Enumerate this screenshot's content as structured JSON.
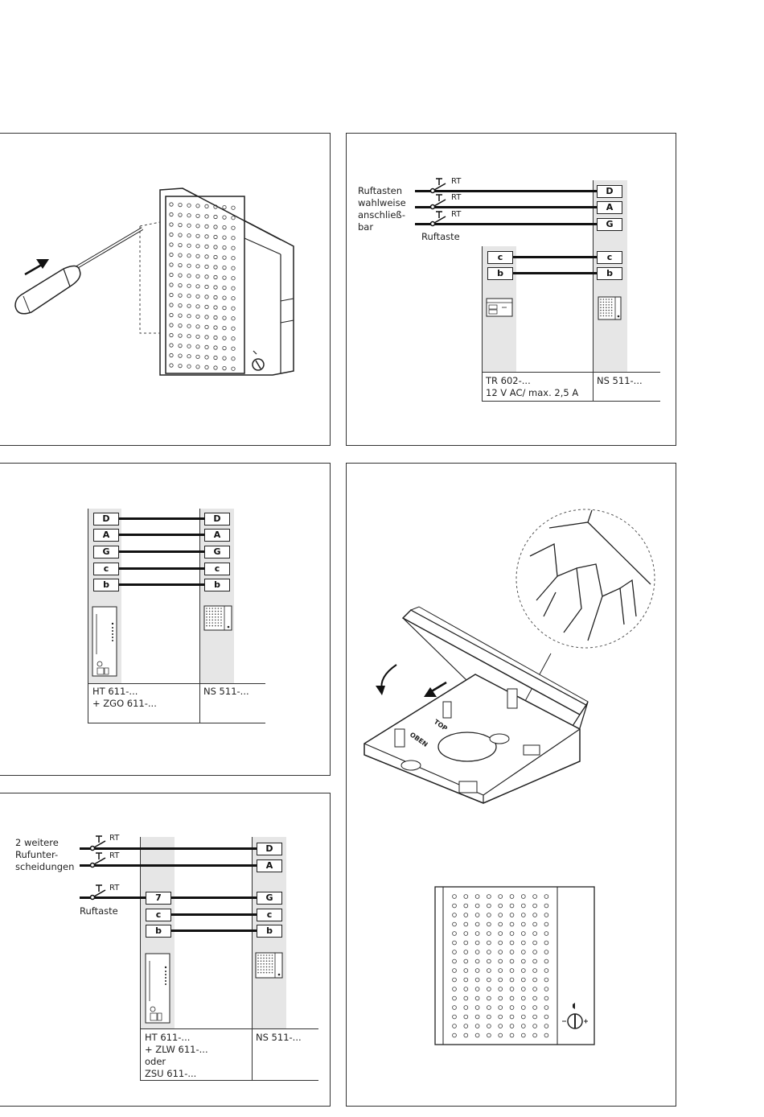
{
  "panel_screwdriver": {},
  "panel_wiring_tr": {
    "call_buttons_note": "Ruftasten\nwahlweise\nanschließ-\nbar",
    "rt_labels": [
      "RT",
      "RT",
      "RT"
    ],
    "call_button_label": "Ruftaste",
    "left_terminals": [
      "c",
      "b"
    ],
    "right_terminals": [
      "D",
      "A",
      "G",
      "c",
      "b"
    ],
    "left_device": "TR 602-...\n12 V AC/ max. 2,5 A",
    "right_device": "NS 511-..."
  },
  "panel_wiring_ht": {
    "left_terminals": [
      "D",
      "A",
      "G",
      "c",
      "b"
    ],
    "right_terminals": [
      "D",
      "A",
      "G",
      "c",
      "b"
    ],
    "left_device": "HT 611-...\n+ ZGO 611-...",
    "right_device": "NS 511-..."
  },
  "panel_wiring_zlw": {
    "note": "2 weitere\nRufunter-\nscheidungen",
    "rt_labels": [
      "RT",
      "RT",
      "RT"
    ],
    "call_button_label": "Ruftaste",
    "left_terminals": [
      "7",
      "c",
      "b"
    ],
    "right_terminals": [
      "D",
      "A",
      "G",
      "c",
      "b"
    ],
    "left_device": "HT 611-...\n+ ZLW 611-...\noder\nZSU 611-...",
    "right_device": "NS 511-..."
  },
  "panel_mounting": {
    "base_labels": [
      "OBEN",
      "TOP"
    ]
  }
}
